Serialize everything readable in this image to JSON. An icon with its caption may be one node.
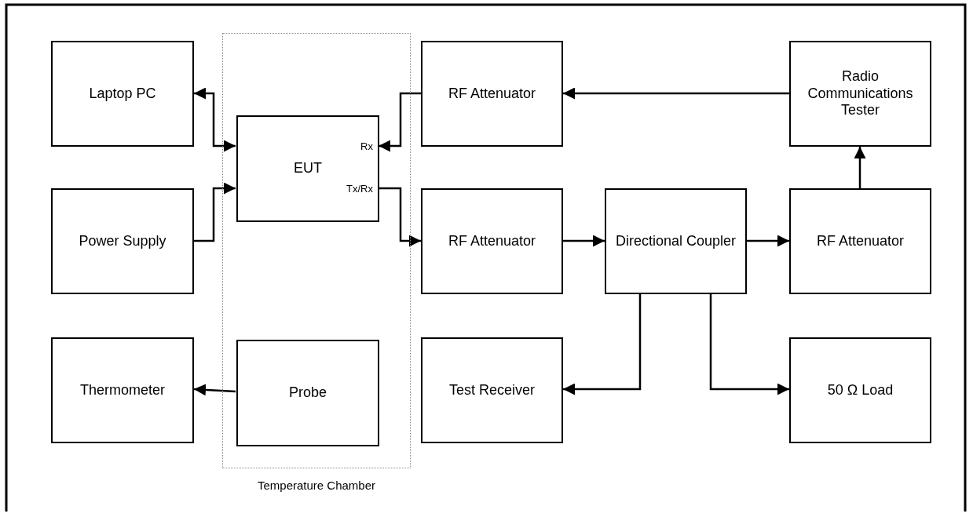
{
  "diagram": {
    "nodes": [
      {
        "text": [
          "Temperature Chamber"
        ]
      },
      {
        "text": [
          "Laptop PC"
        ]
      },
      {
        "text": [
          "EUT",
          "Rx",
          "Tx/Rx"
        ],
        "in": 0
      },
      {
        "text": [
          "Power Supply"
        ]
      },
      {
        "text": [
          "Thermometer"
        ]
      },
      {
        "text": [
          "Probe"
        ],
        "in": 0
      },
      {
        "text": [
          "RF Attenuator"
        ]
      },
      {
        "text": [
          "Radio Communications Tester"
        ]
      },
      {
        "text": [
          "RF Attenuator"
        ]
      },
      {
        "text": [
          "Directional Coupler"
        ]
      },
      {
        "text": [
          "RF Attenuator"
        ]
      },
      {
        "text": [
          "Test Receiver"
        ]
      },
      {
        "text": [
          "50 Ω Load"
        ]
      }
    ],
    "edges": [
      {
        "from": 1,
        "to": 2,
        "arrow": "both"
      },
      {
        "from": 3,
        "to": 2,
        "arrow": "to"
      },
      {
        "from": 5,
        "to": 4,
        "arrow": "to"
      },
      {
        "from": 6,
        "to": 2,
        "arrow": "to"
      },
      {
        "from": 2,
        "to": 8,
        "arrow": "to"
      },
      {
        "from": 7,
        "to": 6,
        "arrow": "to"
      },
      {
        "from": 8,
        "to": 9,
        "arrow": "to"
      },
      {
        "from": 9,
        "to": 10,
        "arrow": "to"
      },
      {
        "from": 10,
        "to": 7,
        "arrow": "to"
      },
      {
        "from": 9,
        "to": 11,
        "arrow": "to"
      },
      {
        "from": 9,
        "to": 12,
        "arrow": "to"
      }
    ]
  }
}
